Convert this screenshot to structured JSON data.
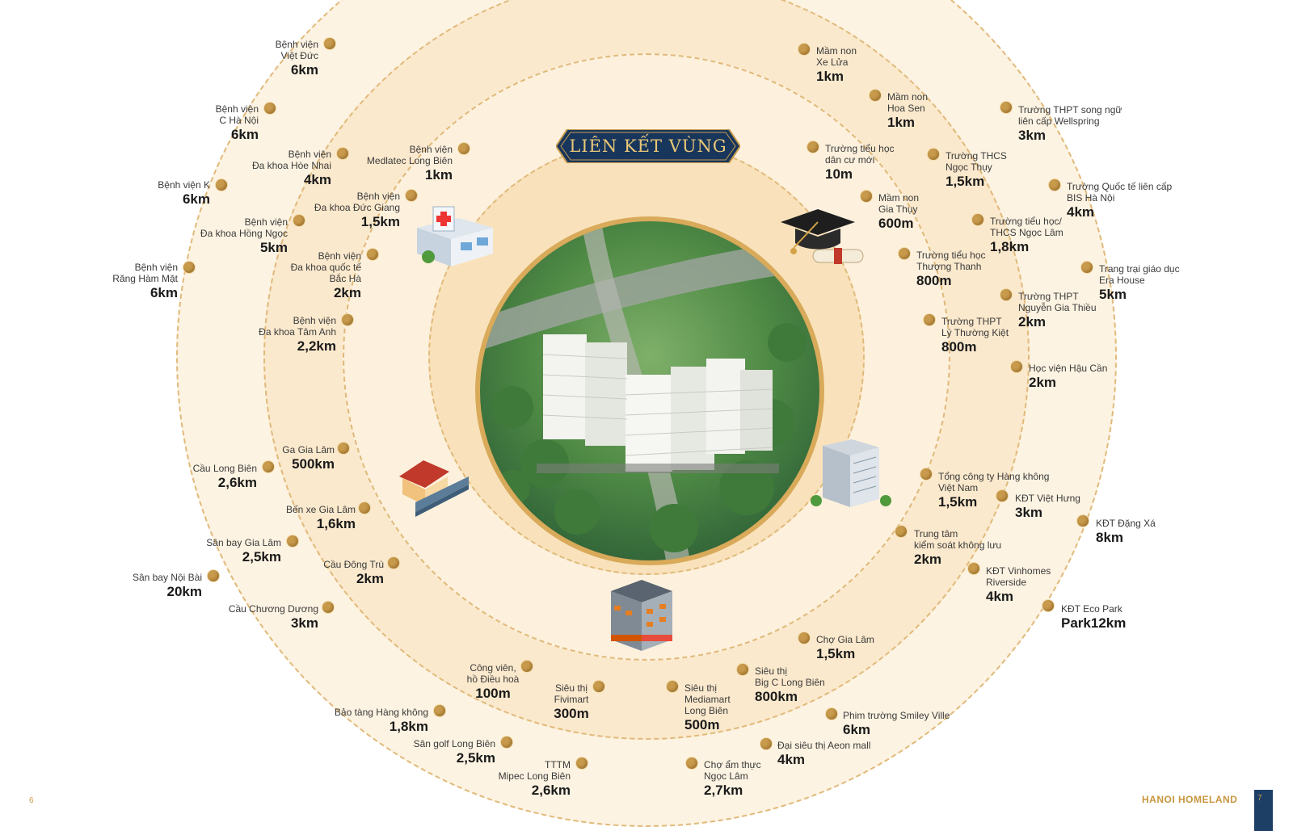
{
  "banner": "LIÊN KẾT VÙNG",
  "footer": {
    "page_left": "6",
    "page_right": "7",
    "brand": "HANOI HOMELAND"
  },
  "icons": {
    "hospital": "hospital-building-icon",
    "education": "graduation-cap-diploma-icon",
    "transport": "train-station-icon",
    "office": "office-tower-icon",
    "commerce": "shopping-building-icon"
  },
  "colors": {
    "gold": "#c89a4c",
    "navy": "#1d3f66",
    "ring_fill": "#fdf3e2"
  },
  "landmarks": [
    {
      "name": "Bệnh viện\nViệt Đức",
      "dist": "6km"
    },
    {
      "name": "Bệnh viện\nC Hà Nội",
      "dist": "6km"
    },
    {
      "name": "Bệnh viện K",
      "dist": "6km"
    },
    {
      "name": "Bệnh viện\nRăng Hàm Mặt",
      "dist": "6km"
    },
    {
      "name": "Bệnh viện\nĐa khoa Hòe Nhai",
      "dist": "4km"
    },
    {
      "name": "Bệnh viện\nĐa khoa Hồng Ngọc",
      "dist": "5km"
    },
    {
      "name": "Bệnh viện\nMedlatec Long Biên",
      "dist": "1km"
    },
    {
      "name": "Bệnh viện\nĐa khoa Đức Giang",
      "dist": "1,5km"
    },
    {
      "name": "Bệnh viện\nĐa khoa quốc tế\nBắc Hà",
      "dist": "2km"
    },
    {
      "name": "Bệnh viện\nĐa khoa Tâm Anh",
      "dist": "2,2km"
    },
    {
      "name": "Mầm non\nXe Lửa",
      "dist": "1km"
    },
    {
      "name": "Mầm non\nHoa Sen",
      "dist": "1km"
    },
    {
      "name": "Trường tiểu học\ndân cư mới",
      "dist": "10m"
    },
    {
      "name": "Mầm non\nGia Thụy",
      "dist": "600m"
    },
    {
      "name": "Trường tiểu học\nThượng Thanh",
      "dist": "800m"
    },
    {
      "name": "Trường THPT\nLý Thường Kiệt",
      "dist": "800m"
    },
    {
      "name": "Trường THCS\nNgọc Thụy",
      "dist": "1,5km"
    },
    {
      "name": "Trường tiểu học/\nTHCS Ngọc Lâm",
      "dist": "1,8km"
    },
    {
      "name": "Trường THPT\nNguyễn Gia Thiều",
      "dist": "2km"
    },
    {
      "name": "Học viện Hậu Cần",
      "dist": "2km"
    },
    {
      "name": "Trường THPT song ngữ\nliên cấp Wellspring",
      "dist": "3km"
    },
    {
      "name": "Trường Quốc tế liên cấp\nBIS Hà Nội",
      "dist": "4km"
    },
    {
      "name": "Trang trại giáo dục\nEra House",
      "dist": "5km"
    },
    {
      "name": "Ga Gia Lâm",
      "dist": "500km"
    },
    {
      "name": "Cầu Long Biên",
      "dist": "2,6km"
    },
    {
      "name": "Bến xe Gia Lâm",
      "dist": "1,6km"
    },
    {
      "name": "Sân bay Gia Lâm",
      "dist": "2,5km"
    },
    {
      "name": "Cầu Đông Trù",
      "dist": "2km"
    },
    {
      "name": "Sân bay Nội Bài",
      "dist": "20km"
    },
    {
      "name": "Cầu Chương Dương",
      "dist": "3km"
    },
    {
      "name": "Tổng công ty Hàng không\nViệt Nam",
      "dist": "1,5km"
    },
    {
      "name": "KĐT Việt Hưng",
      "dist": "3km"
    },
    {
      "name": "KĐT Đặng Xá",
      "dist": "8km"
    },
    {
      "name": "Trung tâm\nkiểm soát không lưu",
      "dist": "2km"
    },
    {
      "name": "KĐT Vinhomes\nRiverside",
      "dist": "4km"
    },
    {
      "name": "KĐT Eco Park",
      "dist": "Park12km"
    },
    {
      "name": "Chợ Gia Lâm",
      "dist": "1,5km"
    },
    {
      "name": "Siêu thị\nBig C Long Biên",
      "dist": "800km"
    },
    {
      "name": "Phim trường Smiley Ville",
      "dist": "6km"
    },
    {
      "name": "Đại siêu thị Aeon mall",
      "dist": "4km"
    },
    {
      "name": "Chợ ẩm thực\nNgọc Lâm",
      "dist": "2,7km"
    },
    {
      "name": "Siêu thị\nMediamart\nLong Biên",
      "dist": "500m"
    },
    {
      "name": "Siêu thị\nFivimart",
      "dist": "300m"
    },
    {
      "name": "Công viên,\nhồ Điều hoà",
      "dist": "100m"
    },
    {
      "name": "TTTM\nMipec Long Biên",
      "dist": "2,6km"
    },
    {
      "name": "Sân golf Long Biên",
      "dist": "2,5km"
    },
    {
      "name": "Bảo tàng Hàng không",
      "dist": "1,8km"
    }
  ]
}
